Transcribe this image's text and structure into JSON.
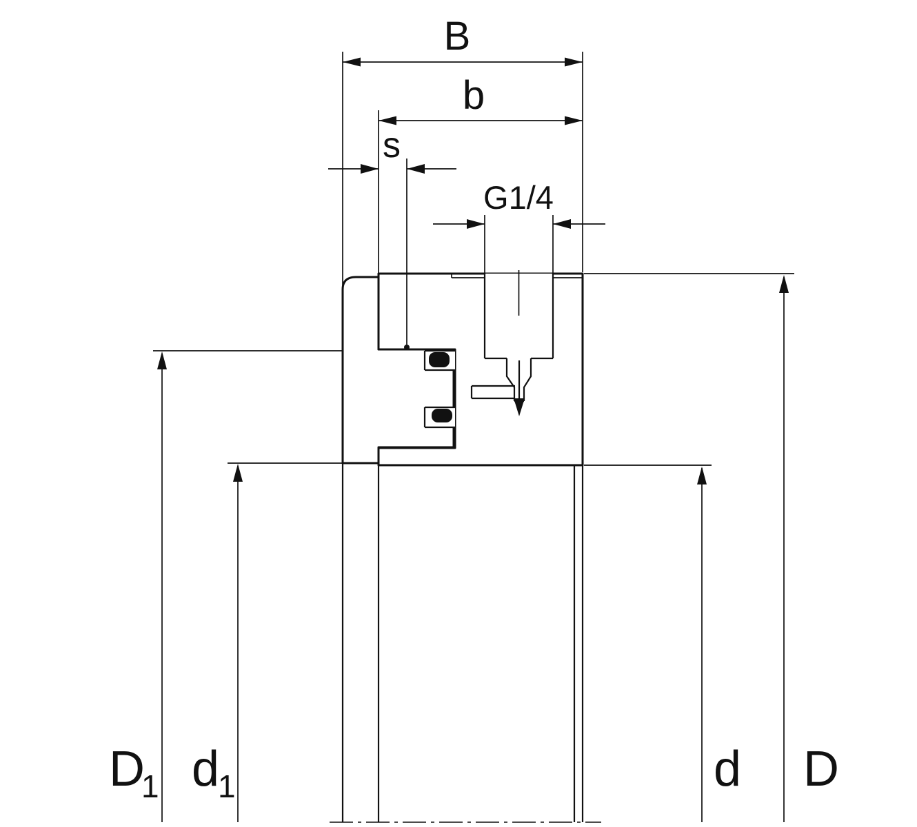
{
  "figure": {
    "type": "technical-sectional-drawing",
    "description": "Cross-section of a sealed bushing / bearing unit with G1/4 lubrication port and dimension callouts",
    "background_color": "#ffffff",
    "line_color": "#111111",
    "dimensions": {
      "B": "B",
      "b": "b",
      "s": "s",
      "thread": "G1/4",
      "D1": {
        "base": "D",
        "sub": "1"
      },
      "d1": {
        "base": "d",
        "sub": "1"
      },
      "d": "d",
      "D": "D"
    }
  }
}
